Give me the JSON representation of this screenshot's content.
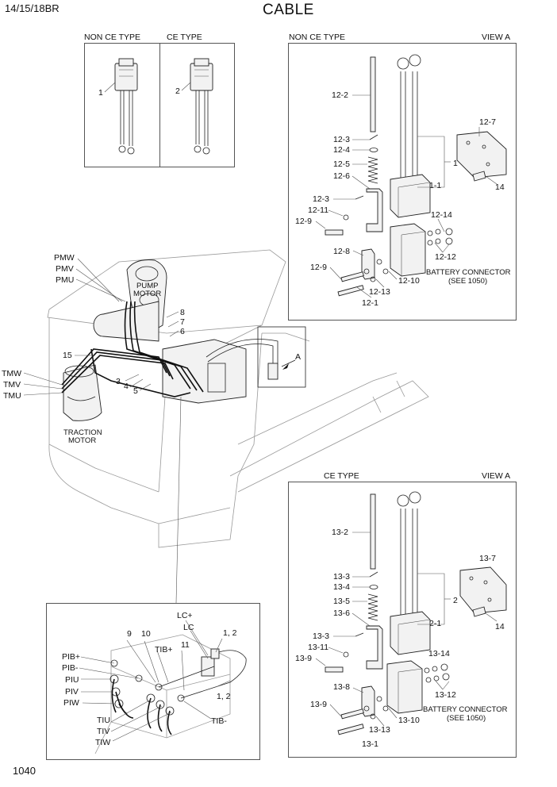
{
  "header": {
    "model": "14/15/18BR",
    "title": "CABLE",
    "page_number": "1040"
  },
  "top_left_panel": {
    "non_ce_title": "NON CE TYPE",
    "ce_title": "CE TYPE",
    "item_1": "1",
    "item_2": "2"
  },
  "non_ce_detail": {
    "title": "NON CE TYPE",
    "view": "VIEW A",
    "labels": [
      "12-2",
      "12-3",
      "12-4",
      "12-5",
      "12-6",
      "12-3",
      "12-11",
      "12-9",
      "12-8",
      "12-9",
      "12-13",
      "12-1",
      "12-7",
      "1",
      "1-1",
      "14",
      "12-14",
      "12-12",
      "12-10"
    ],
    "connector_note_1": "BATTERY CONNECTOR",
    "connector_note_2": "(SEE 1050)"
  },
  "ce_detail": {
    "title": "CE TYPE",
    "view": "VIEW A",
    "labels": [
      "13-2",
      "13-3",
      "13-4",
      "13-5",
      "13-6",
      "13-3",
      "13-11",
      "13-9",
      "13-8",
      "13-9",
      "13-13",
      "13-1",
      "13-7",
      "2",
      "2-1",
      "14",
      "13-14",
      "13-12",
      "13-10"
    ],
    "connector_note_1": "BATTERY CONNECTOR",
    "connector_note_2": "(SEE 1050)"
  },
  "main_view": {
    "pmw": "PMW",
    "pmv": "PMV",
    "pmu": "PMU",
    "pump_motor_1": "PUMP",
    "pump_motor_2": "MOTOR",
    "l8": "8",
    "l7": "7",
    "l6": "6",
    "l15": "15",
    "tmw": "TMW",
    "tmv": "TMV",
    "tmu": "TMU",
    "l3": "3",
    "l4": "4",
    "l5": "5",
    "traction_1": "TRACTION",
    "traction_2": "MOTOR",
    "view_a": "A"
  },
  "inset": {
    "lc_plus": "LC+",
    "lc": "LC",
    "l9": "9",
    "l10": "10",
    "l12a": "1, 2",
    "tib_plus": "TIB+",
    "l11": "11",
    "pib_plus": "PIB+",
    "pib_minus": "PIB-",
    "piu": "PIU",
    "piv": "PIV",
    "piw": "PIW",
    "l12b": "1, 2",
    "tib_minus": "TIB-",
    "tiu": "TIU",
    "tiv": "TIV",
    "tiw": "TIW"
  }
}
